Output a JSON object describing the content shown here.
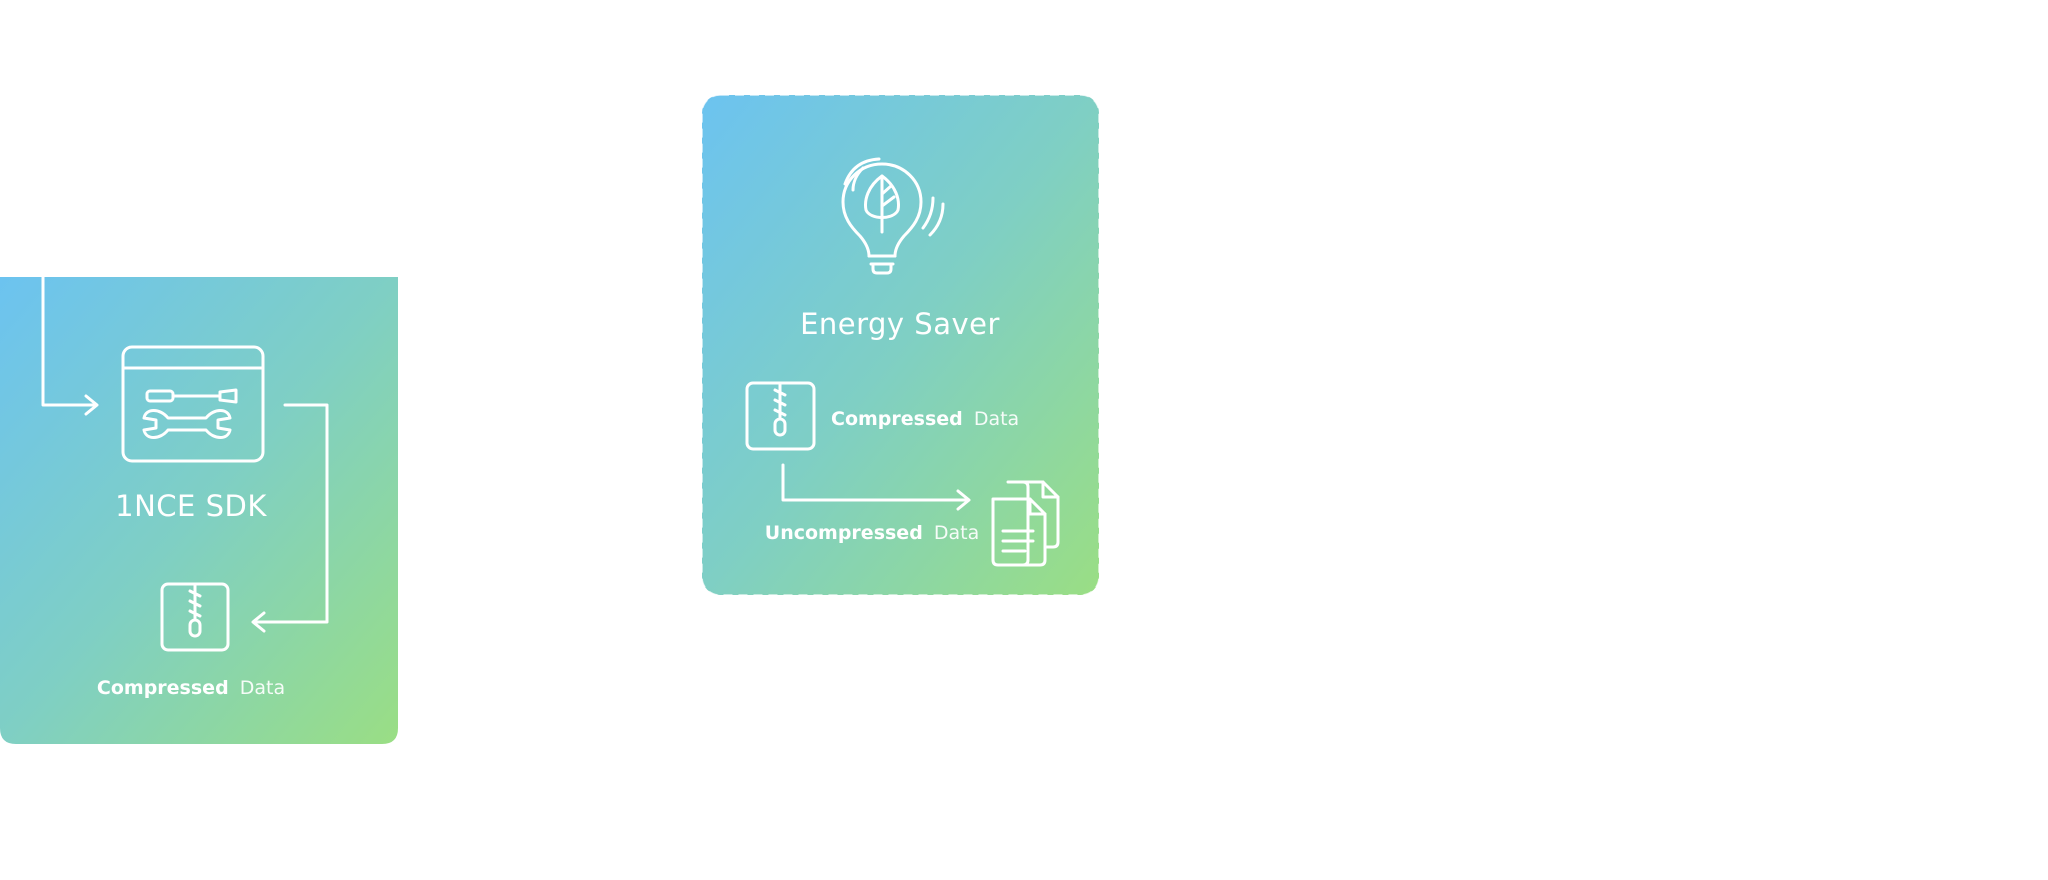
{
  "colors": {
    "gradient_start": "#6cc3f0",
    "gradient_mid": "#7fcfc4",
    "gradient_end": "#9ade84",
    "line": "#ffffff",
    "background": "#ffffff"
  },
  "sdk_card": {
    "title": "1NCE SDK",
    "icon": "tools-window-icon",
    "output": {
      "icon": "zip-file-icon",
      "label_strong": "Compressed",
      "label_light": "Data"
    }
  },
  "energy_card": {
    "title": "Energy Saver",
    "icon": "eco-lightbulb-icon",
    "input": {
      "icon": "zip-file-icon",
      "label_strong": "Compressed",
      "label_light": "Data"
    },
    "output": {
      "icon": "documents-icon",
      "label_strong": "Uncompressed",
      "label_light": "Data"
    }
  }
}
